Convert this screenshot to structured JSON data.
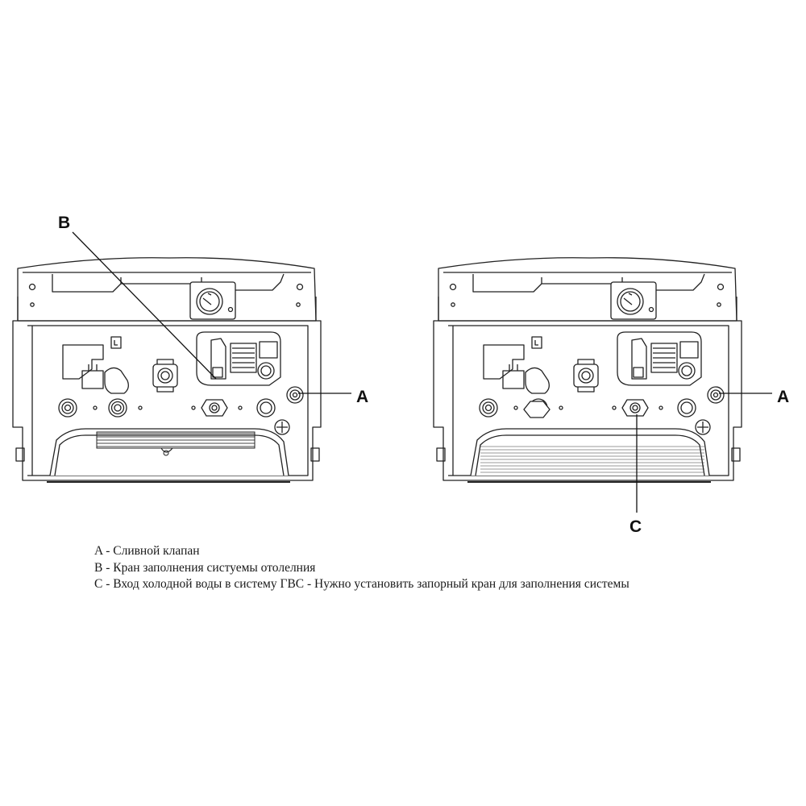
{
  "callouts": {
    "b_left": "B",
    "a_left": "A",
    "a_right": "A",
    "c_right": "C"
  },
  "legend": {
    "a": "A - Сливной клапан",
    "b": "B - Кран заполнения систуемы отолелния",
    "c": "C - Вход холодной воды в систему ГВС - Нужно установить запорный кран для заполнения системы"
  }
}
